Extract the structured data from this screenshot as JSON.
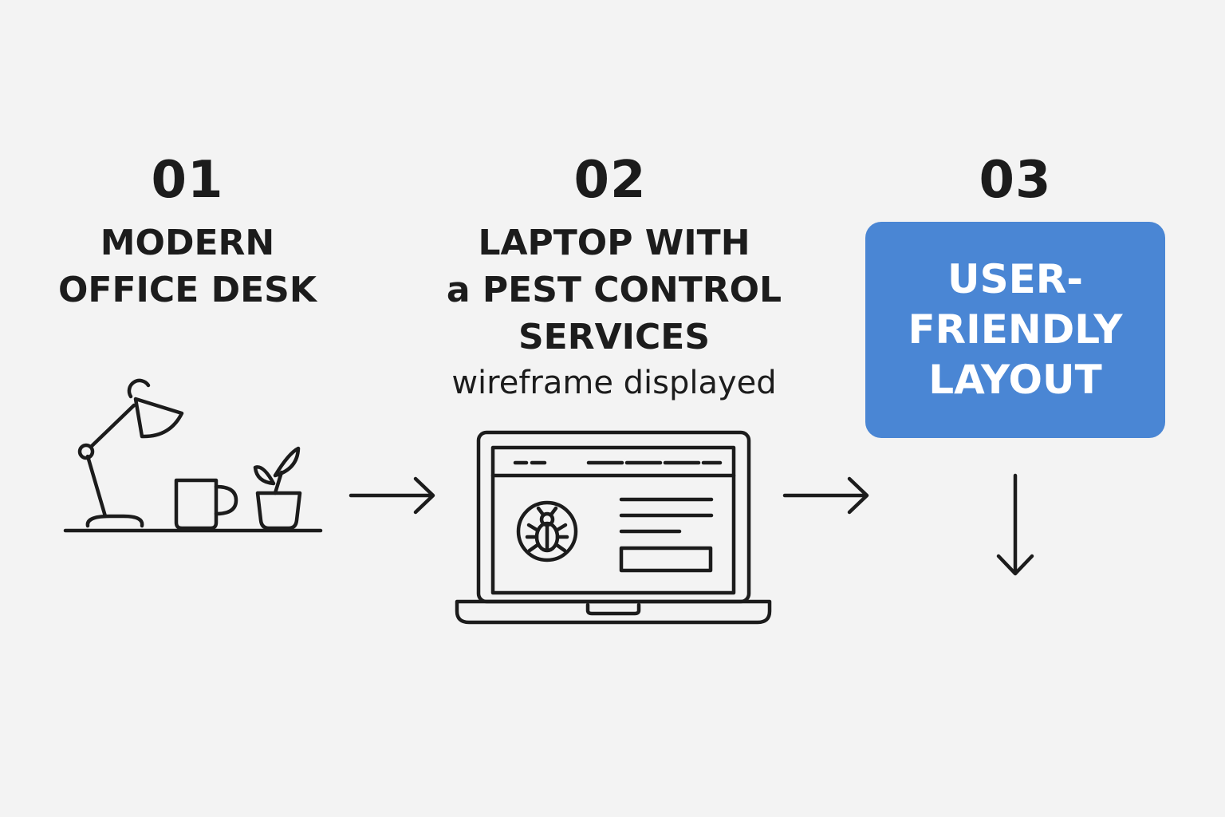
{
  "steps": [
    {
      "number": "01",
      "title_lines": [
        "MODERN",
        "OFFICE DESK"
      ]
    },
    {
      "number": "02",
      "title_lines": [
        "LAPTOP WITH",
        "a PEST CONTROL",
        "SERVICES"
      ],
      "subtitle": "wireframe displayed"
    },
    {
      "number": "03",
      "box_text": "USER-\nFRIENDLY\nLAYOUT"
    }
  ],
  "colors": {
    "background": "#f3f3f3",
    "ink": "#1c1c1c",
    "accent": "#4a86d4",
    "accent_text": "#ffffff"
  },
  "icons": [
    "desk-lamp-icon",
    "coffee-mug-icon",
    "potted-plant-icon",
    "laptop-icon",
    "bug-icon",
    "arrow-right-icon",
    "arrow-down-icon"
  ]
}
